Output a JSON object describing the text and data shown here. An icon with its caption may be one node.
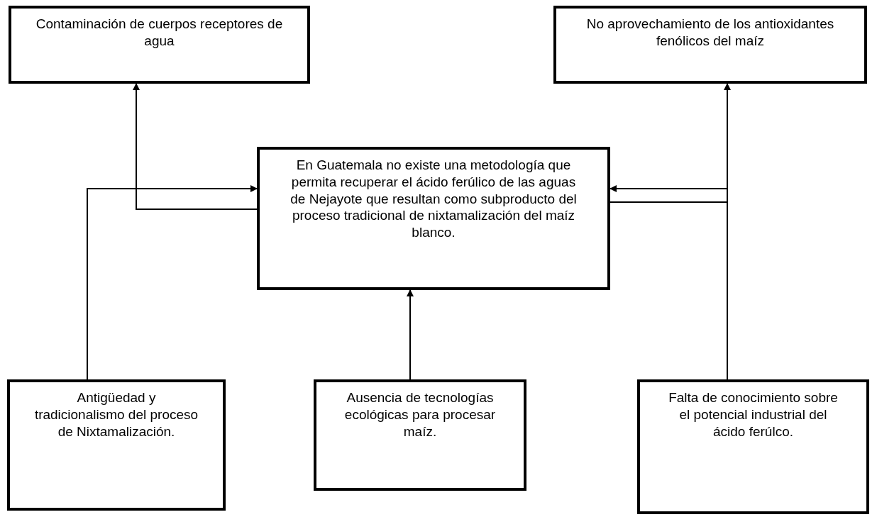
{
  "diagram": {
    "nodes": [
      {
        "text": [
          "Contaminación de cuerpos receptores de agua"
        ]
      },
      {
        "text": [
          "No aprovechamiento de los antioxidantes fenólicos del maíz"
        ]
      },
      {
        "text": [
          "En Guatemala no existe una metodología que permita recuperar el ácido ferúlico de las aguas de Nejayote que resultan como subproducto del proceso tradicional de nixtamalización del maíz blanco."
        ]
      },
      {
        "text": [
          "Antigüedad y tradicionalismo del proceso de Nixtamalización."
        ]
      },
      {
        "text": [
          "Ausencia de tecnologías ecológicas para procesar maíz."
        ]
      },
      {
        "text": [
          "Falta de conocimiento sobre el potencial industrial del ácido ferúlco."
        ]
      }
    ],
    "edges": [
      {
        "from": 2,
        "to": 0,
        "arrow": "to"
      },
      {
        "from": 2,
        "to": 1,
        "arrow": "to"
      },
      {
        "from": 3,
        "to": 2,
        "arrow": "to"
      },
      {
        "from": 4,
        "to": 2,
        "arrow": "to"
      },
      {
        "from": 5,
        "to": 2,
        "arrow": "to"
      }
    ]
  }
}
